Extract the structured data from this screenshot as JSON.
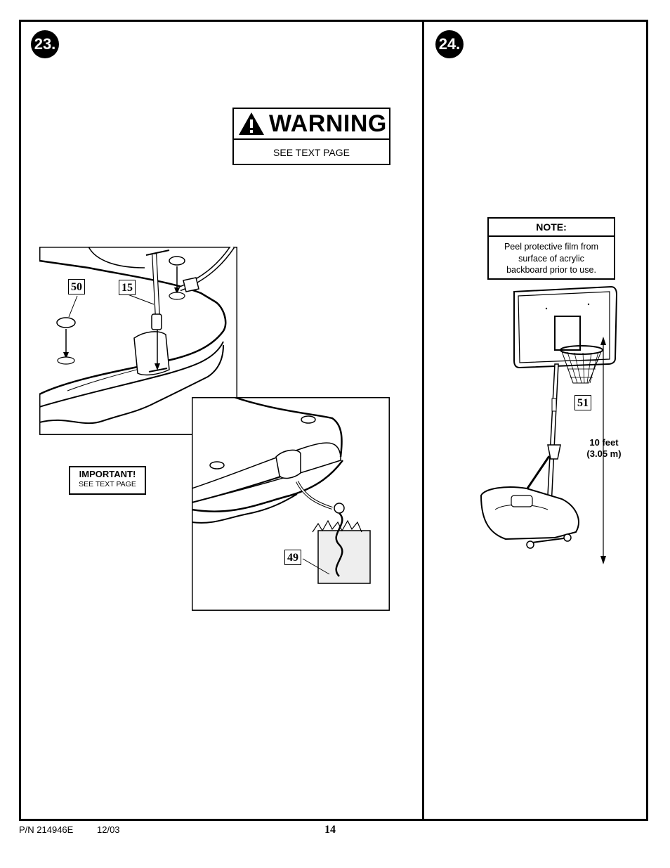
{
  "steps": {
    "left": "23.",
    "right": "24."
  },
  "warning": {
    "title": "WARNING",
    "subtitle": "SEE TEXT PAGE"
  },
  "important": {
    "title": "IMPORTANT!",
    "subtitle": "SEE TEXT PAGE"
  },
  "note": {
    "title": "NOTE:",
    "lines": [
      "Peel protective film from",
      "surface of acrylic",
      "backboard prior to use."
    ]
  },
  "callouts": {
    "c50": "50",
    "c15": "15",
    "c49": "49",
    "c51": "51"
  },
  "height": {
    "imperial": "10 feet",
    "metric": "(3.05 m)"
  },
  "footer": {
    "part_number": "P/N 214946E",
    "date": "12/03",
    "page": "14"
  },
  "icons": {
    "warning": "warning-triangle-icon"
  }
}
